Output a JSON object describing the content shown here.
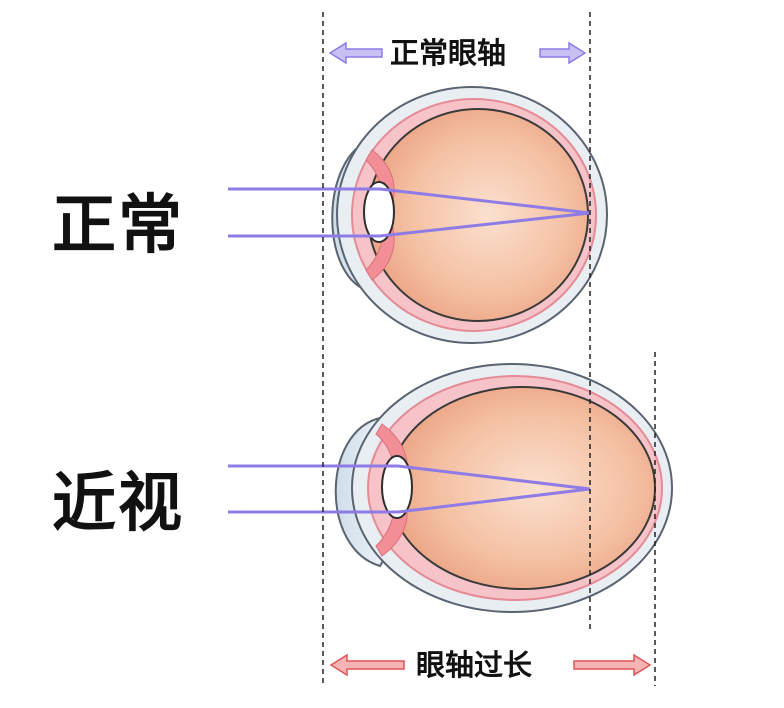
{
  "rows": {
    "normal_label": "正常",
    "myopia_label": "近视"
  },
  "axes": {
    "normal_axis_label": "正常眼轴",
    "long_axis_label": "眼轴过长"
  },
  "colors": {
    "light_ray": "#8f7be6",
    "normal_arrow": "#a59be6",
    "long_arrow": "#e36a6a",
    "sclera": "#5a6470",
    "choroid": "#f2a6ad",
    "vitreous": "#f1b99b",
    "cornea": "#dfeaf4",
    "lens": "#ffffff"
  }
}
